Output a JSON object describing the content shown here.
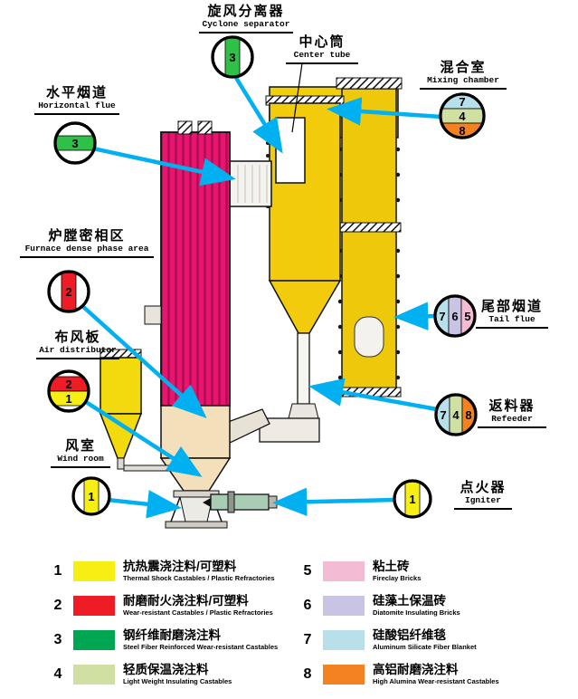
{
  "labels": {
    "cyclone": {
      "zh": "旋风分离器",
      "en": "Cyclone separator"
    },
    "center_tube": {
      "zh": "中心筒",
      "en": "Center tube"
    },
    "mixing_chamber": {
      "zh": "混合室",
      "en": "Mixing chamber"
    },
    "horizontal_flue": {
      "zh": "水平烟道",
      "en": "Horizontal flue"
    },
    "furnace_dense": {
      "zh": "炉膛密相区",
      "en": "Furnace dense phase area"
    },
    "air_distributor": {
      "zh": "布风板",
      "en": "Air distributor"
    },
    "wind_room": {
      "zh": "风室",
      "en": "Wind room"
    },
    "tail_flue": {
      "zh": "尾部烟道",
      "en": "Tail flue"
    },
    "refeeder": {
      "zh": "返料器",
      "en": "Refeeder"
    },
    "igniter": {
      "zh": "点火器",
      "en": "Igniter"
    }
  },
  "callouts": {
    "cyclone": {
      "bands": [
        {
          "num": "3",
          "color": "#2fc047"
        }
      ]
    },
    "horizontal_flue": {
      "bands": [
        {
          "num": "3",
          "color": "#2fc047"
        }
      ]
    },
    "furnace_dense": {
      "bands": [
        {
          "num": "2",
          "color": "#ee1c25"
        }
      ]
    },
    "air_distributor": {
      "bands": [
        {
          "num": "2",
          "color": "#ee1c25"
        },
        {
          "num": "1",
          "color": "#f7ee14"
        }
      ]
    },
    "wind_room": {
      "bands": [
        {
          "num": "1",
          "color": "#f7ee14"
        }
      ]
    },
    "mixing_chamber": {
      "bands": [
        {
          "num": "7",
          "color": "#b8e0ea"
        },
        {
          "num": "4",
          "color": "#cfe0a2"
        },
        {
          "num": "8",
          "color": "#f58220"
        }
      ]
    },
    "tail_flue": {
      "bands": [
        {
          "num": "7",
          "color": "#b8e0ea"
        },
        {
          "num": "6",
          "color": "#c9c4e4"
        },
        {
          "num": "5",
          "color": "#f4bcd4"
        }
      ]
    },
    "refeeder": {
      "bands": [
        {
          "num": "7",
          "color": "#b8e0ea"
        },
        {
          "num": "4",
          "color": "#cfe0a2"
        },
        {
          "num": "8",
          "color": "#f58220"
        }
      ]
    },
    "igniter": {
      "bands": [
        {
          "num": "1",
          "color": "#f7ee14"
        }
      ]
    }
  },
  "legend": [
    {
      "num": "1",
      "color": "#f7ee14",
      "zh": "抗热震浇注料/可塑料",
      "en": "Thermal Shock Castables / Plastic Refractories"
    },
    {
      "num": "2",
      "color": "#ee1c25",
      "zh": "耐磨耐火浇注料/可塑料",
      "en": "Wear-resistant Castables / Plastic Refractories"
    },
    {
      "num": "3",
      "color": "#00a651",
      "zh": "钢纤维耐磨浇注料",
      "en": "Steel Fiber Reinforced Wear-resistant Castables"
    },
    {
      "num": "4",
      "color": "#cfe0a2",
      "zh": "轻质保温浇注料",
      "en": "Light Weight Insulating Castables"
    },
    {
      "num": "5",
      "color": "#f4bcd4",
      "zh": "粘土砖",
      "en": "Fireclay Bricks"
    },
    {
      "num": "6",
      "color": "#c9c4e4",
      "zh": "硅藻土保温砖",
      "en": "Diatomite Insulating Bricks"
    },
    {
      "num": "7",
      "color": "#b8e0ea",
      "zh": "硅酸铝纤维毯",
      "en": "Aluminum Silicate Fiber Blanket"
    },
    {
      "num": "8",
      "color": "#f58220",
      "zh": "高铝耐磨浇注料",
      "en": "High Alumina Wear-resistant Castables"
    }
  ]
}
